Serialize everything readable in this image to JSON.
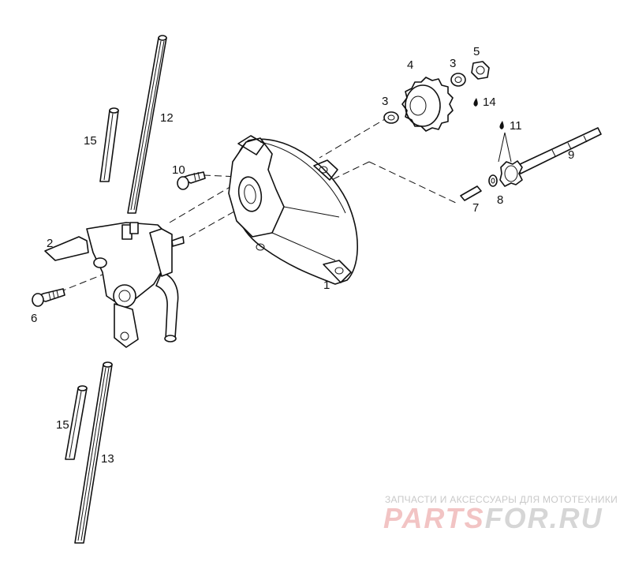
{
  "labels": {
    "l1": "1",
    "l2": "2",
    "l3a": "3",
    "l3b": "3",
    "l4": "4",
    "l5": "5",
    "l6": "6",
    "l7": "7",
    "l8": "8",
    "l9": "9",
    "l10": "10",
    "l11": "11",
    "l12": "12",
    "l13": "13",
    "l14": "14",
    "l15a": "15",
    "l15b": "15"
  },
  "watermark": {
    "caption": "ЗАПЧАСТИ И АКСЕССУАРЫ ДЛЯ МОТОТЕХНИКИ",
    "logo_part1": "PARTS",
    "logo_part2": "FOR.RU"
  },
  "colors": {
    "ink": "#111111",
    "watermark_red": "#f2c4c4",
    "watermark_gray": "#d6d6d6"
  }
}
